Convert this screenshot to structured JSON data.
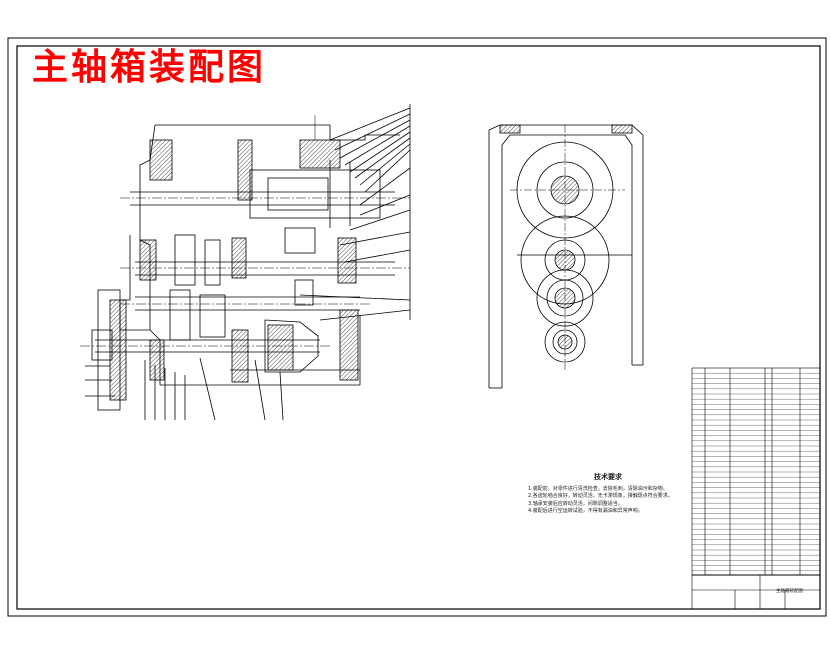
{
  "title": "主轴箱装配图",
  "colors": {
    "title": "#ff0000",
    "line": "#000000",
    "paper": "#ffffff"
  },
  "technical_requirements": {
    "heading": "技术要求",
    "items": [
      "1.装配前，对零件进行清洗检查，去除毛刺，清除油污和杂物。",
      "2.各齿轮啮合良好，转动灵活，无卡滞现象，接触斑点符合要求。",
      "3.轴承安装后应转动灵活，间隙调整适当。",
      "4.装配后进行空运转试验，不得有漏油和异常声响。"
    ]
  },
  "title_block": {
    "drawing_name": "主轴箱装配图"
  }
}
